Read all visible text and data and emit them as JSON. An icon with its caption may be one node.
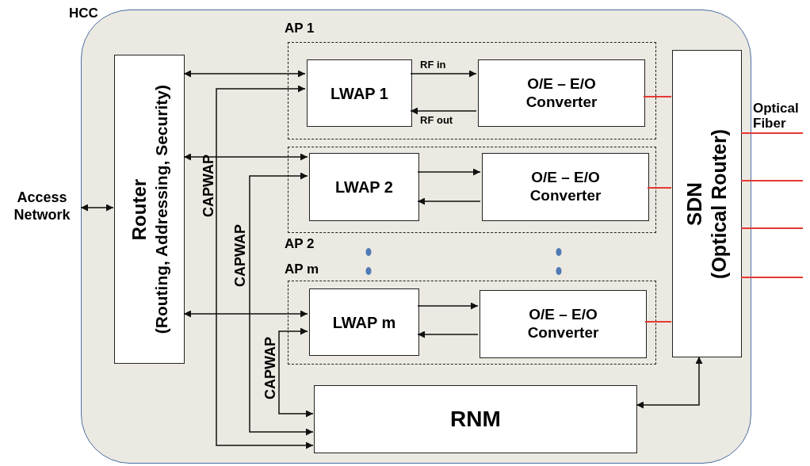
{
  "diagram": {
    "nodes": [
      {
        "text": [
          "HCC"
        ]
      },
      {
        "text": [
          "Router",
          "(Routing, Addressing, Security)"
        ],
        "in": 0
      },
      {
        "text": [
          "AP 1"
        ],
        "in": 0
      },
      {
        "text": [
          "LWAP  1"
        ],
        "in": 2
      },
      {
        "text": [
          "O/E – E/O Converter"
        ],
        "in": 2
      },
      {
        "text": [
          "AP 2"
        ],
        "in": 0
      },
      {
        "text": [
          "LWAP  2"
        ],
        "in": 5
      },
      {
        "text": [
          "O/E – E/O Converter"
        ],
        "in": 5
      },
      {
        "text": [
          "AP m"
        ],
        "in": 0
      },
      {
        "text": [
          "LWAP  m"
        ],
        "in": 8
      },
      {
        "text": [
          "O/E – E/O Converter"
        ],
        "in": 8
      },
      {
        "text": [
          "SDN",
          "(Optical Router)"
        ],
        "in": 0
      },
      {
        "text": [
          "RNM"
        ],
        "in": 0
      },
      {
        "text": [
          "Access Network"
        ]
      }
    ],
    "edges": [
      {
        "from": 13,
        "to": 1,
        "arrow": "both"
      },
      {
        "from": 1,
        "to": 3,
        "arrow": "both"
      },
      {
        "from": 1,
        "to": 6,
        "arrow": "both"
      },
      {
        "from": 1,
        "to": 9,
        "arrow": "both"
      },
      {
        "from": 3,
        "to": 12,
        "arrow": "both",
        "label": "CAPWAP"
      },
      {
        "from": 6,
        "to": 12,
        "arrow": "both",
        "label": "CAPWAP"
      },
      {
        "from": 9,
        "to": 12,
        "arrow": "both",
        "label": "CAPWAP"
      },
      {
        "from": 3,
        "to": 4,
        "arrow": "to",
        "label": "RF in"
      },
      {
        "from": 4,
        "to": 3,
        "arrow": "to",
        "label": "RF out"
      },
      {
        "from": 6,
        "to": 7,
        "arrow": "to"
      },
      {
        "from": 7,
        "to": 6,
        "arrow": "to"
      },
      {
        "from": 9,
        "to": 10,
        "arrow": "to"
      },
      {
        "from": 10,
        "to": 9,
        "arrow": "to"
      },
      {
        "from": 4,
        "to": 11,
        "arrow": "none",
        "color": "#e53935"
      },
      {
        "from": 7,
        "to": 11,
        "arrow": "none",
        "color": "#e53935"
      },
      {
        "from": 10,
        "to": 11,
        "arrow": "none",
        "color": "#e53935"
      },
      {
        "from": 12,
        "to": 11,
        "arrow": "both"
      },
      {
        "from": 11,
        "to": null,
        "arrow": "none",
        "color": "#e53935"
      },
      {
        "from": 11,
        "to": null,
        "arrow": "none",
        "color": "#e53935"
      },
      {
        "from": 11,
        "to": null,
        "arrow": "none",
        "color": "#e53935"
      },
      {
        "from": 11,
        "to": null,
        "arrow": "none",
        "color": "#e53935"
      }
    ],
    "labels": [
      "Optical Fiber"
    ]
  }
}
